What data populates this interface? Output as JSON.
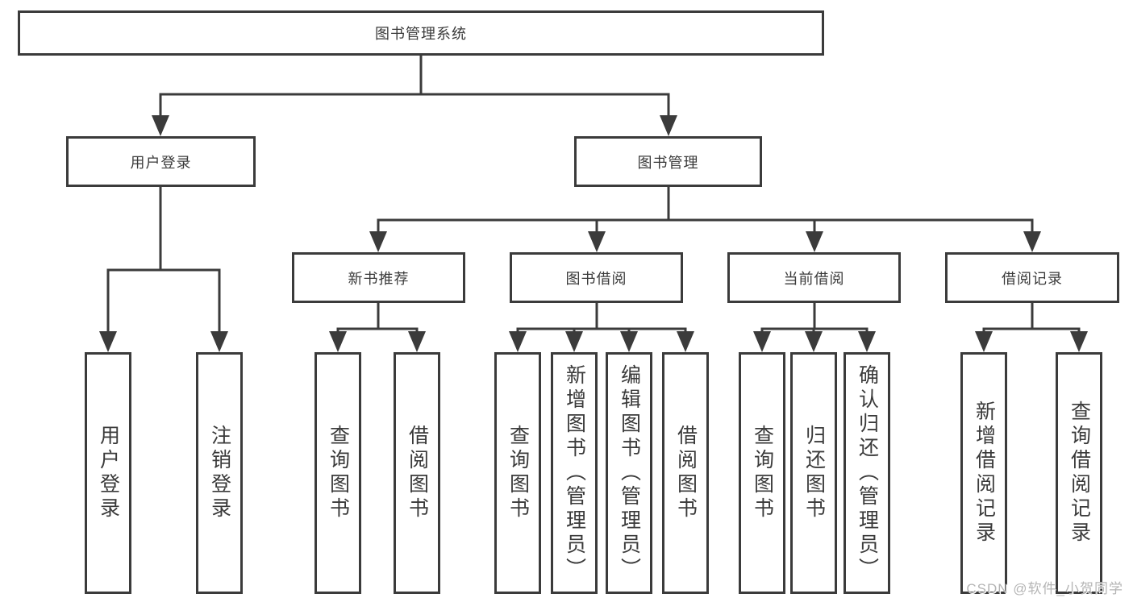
{
  "colors": {
    "line": "#3b3b3b",
    "text": "#3a3a3a",
    "watermark": "#b5b5b5"
  },
  "tree": {
    "root": {
      "label": "图书管理系统",
      "children": [
        {
          "label": "用户登录",
          "children": [
            {
              "label": "用户登录"
            },
            {
              "label": "注销登录"
            }
          ]
        },
        {
          "label": "图书管理",
          "children": [
            {
              "label": "新书推荐",
              "children": [
                {
                  "label": "查询图书"
                },
                {
                  "label": "借阅图书"
                }
              ]
            },
            {
              "label": "图书借阅",
              "children": [
                {
                  "label": "查询图书"
                },
                {
                  "label": "新增图书（管理员）"
                },
                {
                  "label": "编辑图书（管理员）"
                },
                {
                  "label": "借阅图书"
                }
              ]
            },
            {
              "label": "当前借阅",
              "children": [
                {
                  "label": "查询图书"
                },
                {
                  "label": "归还图书"
                },
                {
                  "label": "确认归还（管理员）"
                }
              ]
            },
            {
              "label": "借阅记录",
              "children": [
                {
                  "label": "新增借阅记录"
                },
                {
                  "label": "查询借阅记录"
                }
              ]
            }
          ]
        }
      ]
    }
  },
  "watermark": {
    "text": "CSDN @软件_小贺同学"
  }
}
